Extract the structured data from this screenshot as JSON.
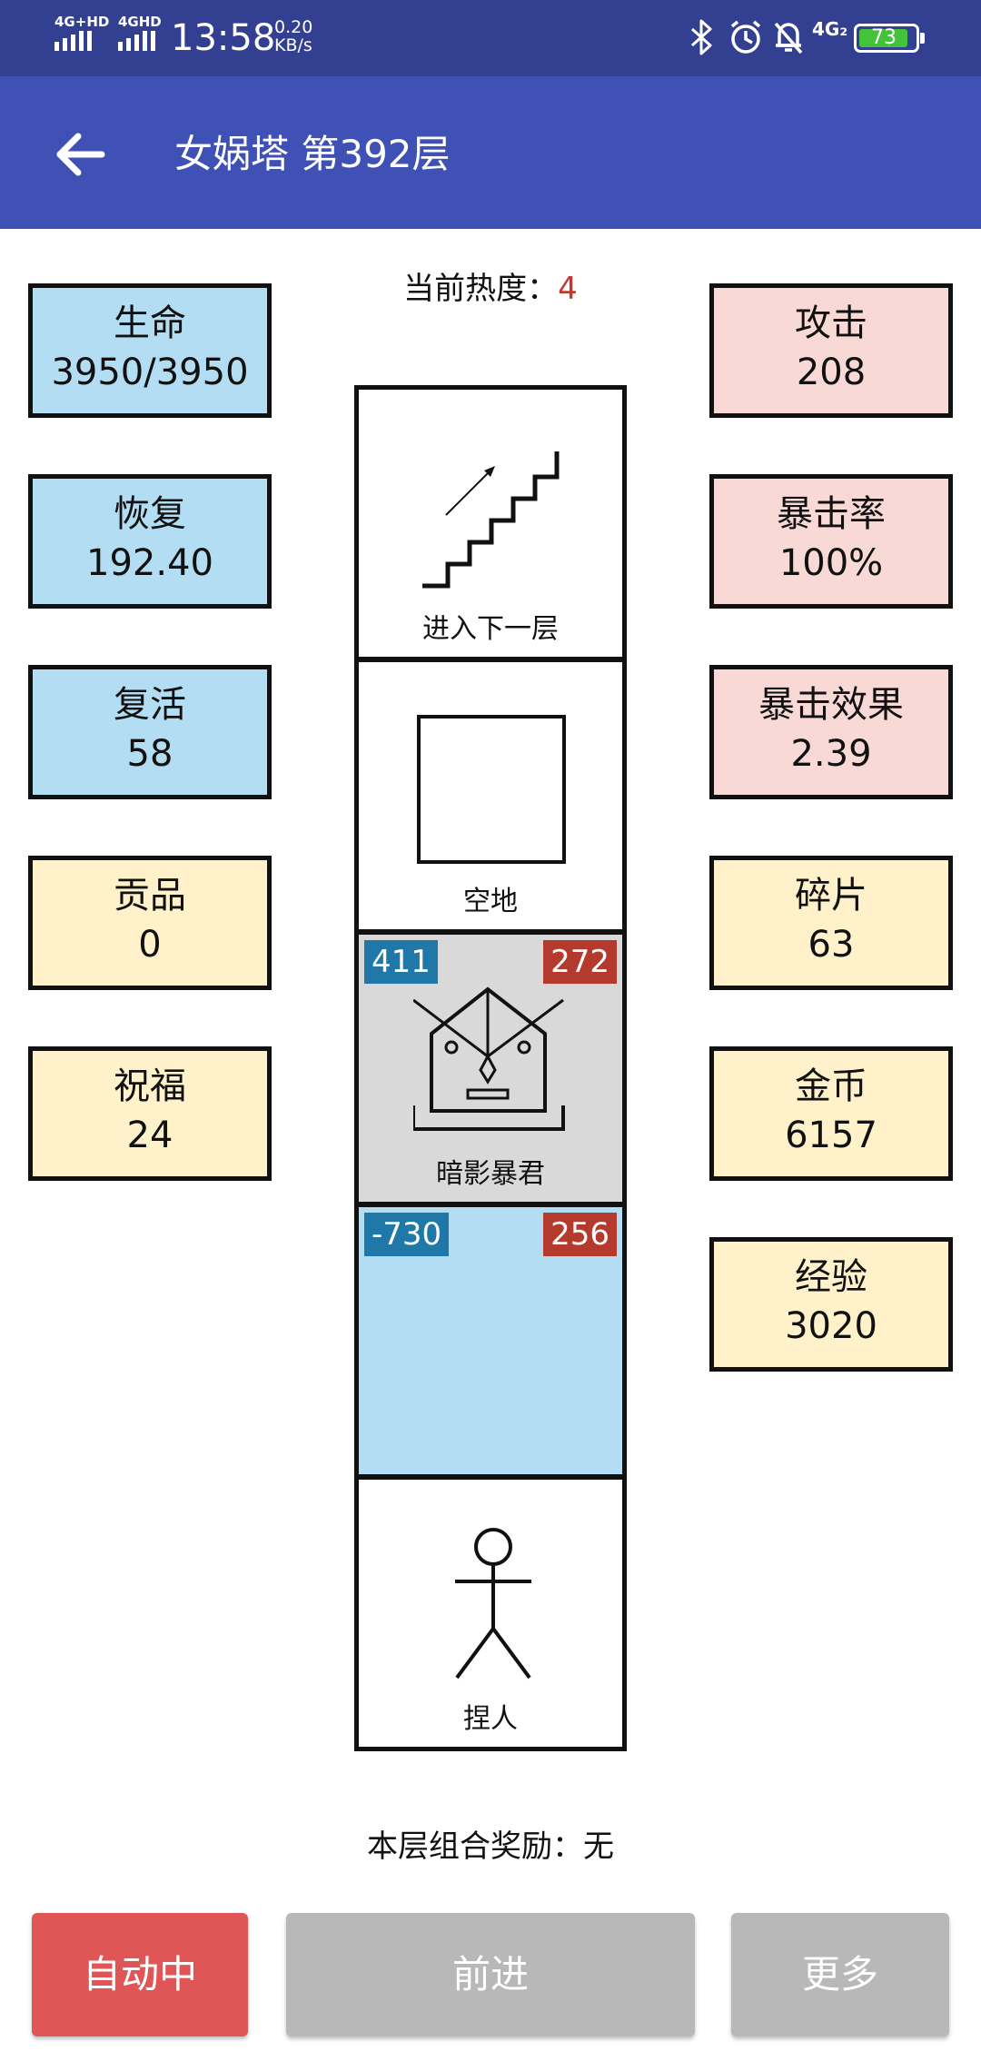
{
  "status_bar": {
    "signal_1": "4G+HD",
    "signal_2": "4GHD",
    "time": "13:58",
    "speed_value": "0.20",
    "speed_unit": "KB/s",
    "network": "4G₂",
    "battery": "73",
    "icons": [
      "bluetooth-icon",
      "alarm-icon",
      "bell-off-icon"
    ]
  },
  "app_bar": {
    "title": "女娲塔 第392层"
  },
  "heat": {
    "label": "当前热度：",
    "value": "4"
  },
  "left_stats": [
    {
      "label": "生命",
      "value": "3950/3950"
    },
    {
      "label": "恢复",
      "value": "192.40"
    },
    {
      "label": "复活",
      "value": "58"
    },
    {
      "label": "贡品",
      "value": "0"
    },
    {
      "label": "祝福",
      "value": "24"
    }
  ],
  "right_stats": [
    {
      "label": "攻击",
      "value": "208"
    },
    {
      "label": "暴击率",
      "value": "100%"
    },
    {
      "label": "暴击效果",
      "value": "2.39"
    },
    {
      "label": "碎片",
      "value": "63"
    },
    {
      "label": "金币",
      "value": "6157"
    },
    {
      "label": "经验",
      "value": "3020"
    }
  ],
  "tower": {
    "stairs": {
      "label": "进入下一层",
      "icon": "stairs-icon"
    },
    "empty": {
      "label": "空地",
      "icon": "empty-square-icon"
    },
    "enemy": {
      "label": "暗影暴君",
      "hp": "411",
      "attack": "272",
      "icon": "shadow-tyrant-icon"
    },
    "blank": {
      "hp": "-730",
      "attack": "256"
    },
    "player": {
      "label": "捏人",
      "icon": "stick-figure-icon"
    }
  },
  "bonus": {
    "label": "本层组合奖励：",
    "value": "无"
  },
  "buttons": {
    "auto": "自动中",
    "forward": "前进",
    "more": "更多"
  },
  "colors": {
    "status_bar": "#334092",
    "app_bar": "#3f51b5",
    "auto_button": "#e05555",
    "disabled_button": "#b8b8b8",
    "stat_blue": "#b3ddf2",
    "stat_pink": "#f8d9d6",
    "stat_yellow": "#fff2cb",
    "enemy_cell": "#d9d9d9",
    "blank_cell": "#b3ddf2",
    "badge_blue": "#1f78a8",
    "badge_red": "#b33a2c",
    "heat_value": "#c0392b"
  }
}
